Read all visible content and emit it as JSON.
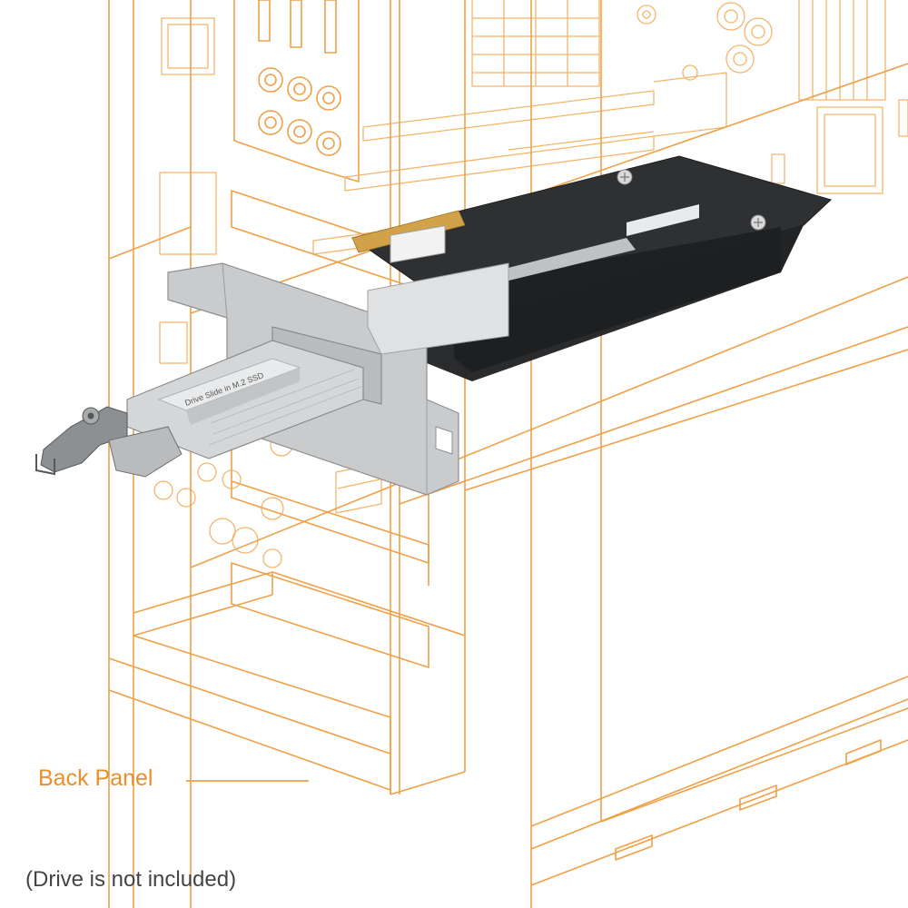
{
  "labels": {
    "back_panel": "Back Panel",
    "note": "(Drive is not included)"
  },
  "card": {
    "sticker_text": "Drive Slide in M.2 SSD"
  },
  "colors": {
    "outline": "#f0a048",
    "label_text": "#e8902c",
    "note_text": "#444444",
    "pcb": "#2f3031",
    "bracket": "#c9cbcd",
    "tray": "#d4d6d8"
  }
}
